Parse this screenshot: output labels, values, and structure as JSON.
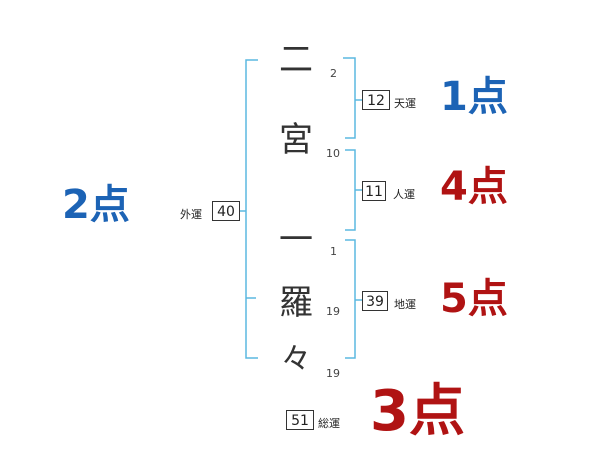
{
  "name": {
    "characters": [
      {
        "char": "二",
        "strokes": "2"
      },
      {
        "char": "宮",
        "strokes": "10"
      },
      {
        "char": "一",
        "strokes": "1"
      },
      {
        "char": "羅",
        "strokes": "19"
      },
      {
        "char": "々",
        "strokes": "19"
      }
    ]
  },
  "fortunes": {
    "tenkaku": {
      "label": "天運",
      "value": "12",
      "score": "1点"
    },
    "jinkaku": {
      "label": "人運",
      "value": "11",
      "score": "4点"
    },
    "chikaku": {
      "label": "地運",
      "value": "39",
      "score": "5点"
    },
    "gaikaku": {
      "label": "外運",
      "value": "40",
      "score": "2点"
    },
    "soukaku": {
      "label": "総運",
      "value": "51",
      "score": "3点"
    }
  },
  "colors": {
    "bracket": "#5bb8e0",
    "score_blue": "#1c63b5",
    "score_red": "#b01313"
  }
}
